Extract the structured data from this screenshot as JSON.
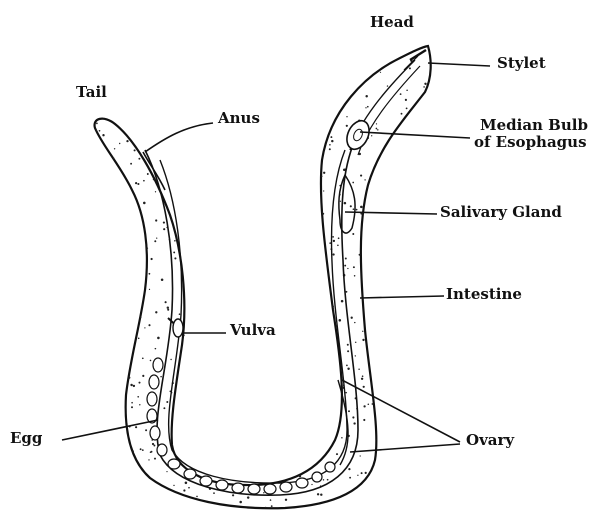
{
  "labels": {
    "head": "Head",
    "tail": "Tail",
    "anus": "Anus",
    "stylet": "Stylet",
    "median_bulb_line1": "Median Bulb",
    "median_bulb_line2": "of Esophagus",
    "salivary_gland": "Salivary Gland",
    "intestine": "Intestine",
    "vulva": "Vulva",
    "egg": "Egg",
    "ovary": "Ovary"
  },
  "colors": {
    "ink": "#111111",
    "background": "#ffffff"
  }
}
